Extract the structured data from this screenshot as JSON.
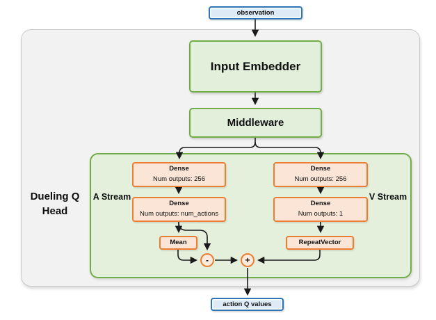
{
  "graph": {
    "observation": {
      "label": "observation"
    },
    "input_embedder": {
      "label": "Input Embedder"
    },
    "middleware": {
      "label": "Middleware"
    },
    "dueling_q_head": {
      "label": "Dueling Q Head",
      "a_stream": {
        "label": "A Stream",
        "dense_1": {
          "name": "Dense",
          "detail": "Num outputs: 256"
        },
        "dense_2": {
          "name": "Dense",
          "detail": "Num outputs: num_actions"
        },
        "aggregator": {
          "label": "Mean"
        }
      },
      "v_stream": {
        "label": "V Stream",
        "dense_1": {
          "name": "Dense",
          "detail": "Num outputs: 256"
        },
        "dense_2": {
          "name": "Dense",
          "detail": "Num outputs: 1"
        },
        "aggregator": {
          "label": "RepeatVector"
        }
      },
      "operators": {
        "subtract": "-",
        "add": "+"
      }
    },
    "action_q_values": {
      "label": "action Q values"
    }
  },
  "colors": {
    "blue_border": "#2E75B6",
    "blue_fill": "#DEEBF7",
    "green_border": "#70AD47",
    "green_fill": "#E2EFDA",
    "orange_border": "#ED7D31",
    "orange_fill": "#FBE5D6",
    "outer_container_fill": "#F2F2F2",
    "outer_container_border": "#C7CBCE",
    "arrow": "#1A1A1A"
  }
}
